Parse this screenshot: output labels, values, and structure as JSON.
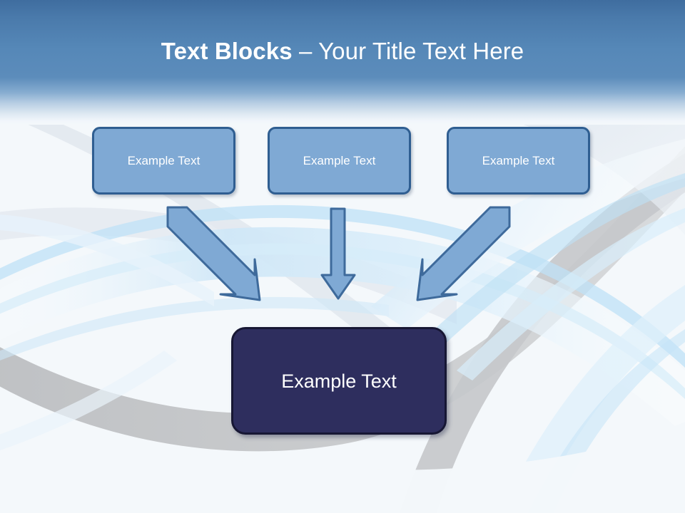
{
  "slide": {
    "title_bold": "Text Blocks ",
    "title_separator": "– ",
    "title_regular": "Your Title Text Here",
    "title_full": "Text Blocks – Your Title Text Here"
  },
  "theme": {
    "header_gradient_top": "#3f6d9f",
    "header_gradient_bottom": "#f4f8fb",
    "slide_background": "#f4f8fb",
    "top_box_fill": "#7fa9d4",
    "top_box_border": "#2f5e91",
    "bottom_box_fill": "#2e2e5e",
    "bottom_box_border": "#171734",
    "arrow_fill": "#7fa9d4",
    "arrow_border": "#3e6a9b",
    "text_color": "#ffffff",
    "wave_gray": "#c4c6c8",
    "wave_blue": "#cfe4f5"
  },
  "boxes": {
    "top": [
      {
        "id": "box-1",
        "label": "Example Text"
      },
      {
        "id": "box-2",
        "label": "Example Text"
      },
      {
        "id": "box-3",
        "label": "Example Text"
      }
    ],
    "bottom": {
      "id": "box-bottom",
      "label": "Example Text"
    }
  },
  "arrows": [
    {
      "name": "arrow-left-diagonal",
      "direction": "down-right",
      "from": "box-1",
      "to": "box-bottom"
    },
    {
      "name": "arrow-middle-vertical",
      "direction": "down",
      "from": "box-2",
      "to": "box-bottom"
    },
    {
      "name": "arrow-right-diagonal",
      "direction": "down-left",
      "from": "box-3",
      "to": "box-bottom"
    }
  ]
}
